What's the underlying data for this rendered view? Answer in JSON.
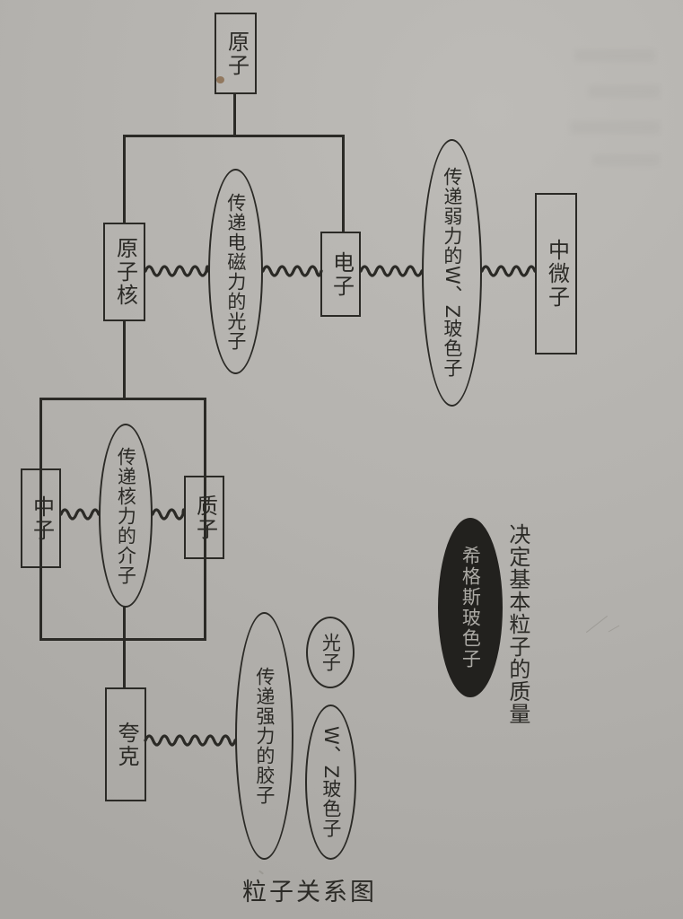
{
  "caption": "粒子关系图",
  "nodes": {
    "atom": "原子",
    "nucleus": "原子核",
    "electron": "电子",
    "neutrino": "中微子",
    "neutron": "中子",
    "proton": "质子",
    "quark": "夸克"
  },
  "forces": {
    "em_photon": "传递电磁力的光子",
    "weak_wz": "传递弱力的W、Z玻色子",
    "meson": "传递核力的介子",
    "gluon": "传递强力的胶子"
  },
  "others": {
    "photon": "光子",
    "wz": "W、Z玻色子",
    "higgs": "希格斯玻色子",
    "higgs_note": "决定基本粒子的质量"
  },
  "colors": {
    "paper": "#b3b1ad",
    "ink": "#2b2a26",
    "higgs_fill": "#22211e",
    "higgs_text": "#aba9a4",
    "speck": "#8b6d50"
  }
}
